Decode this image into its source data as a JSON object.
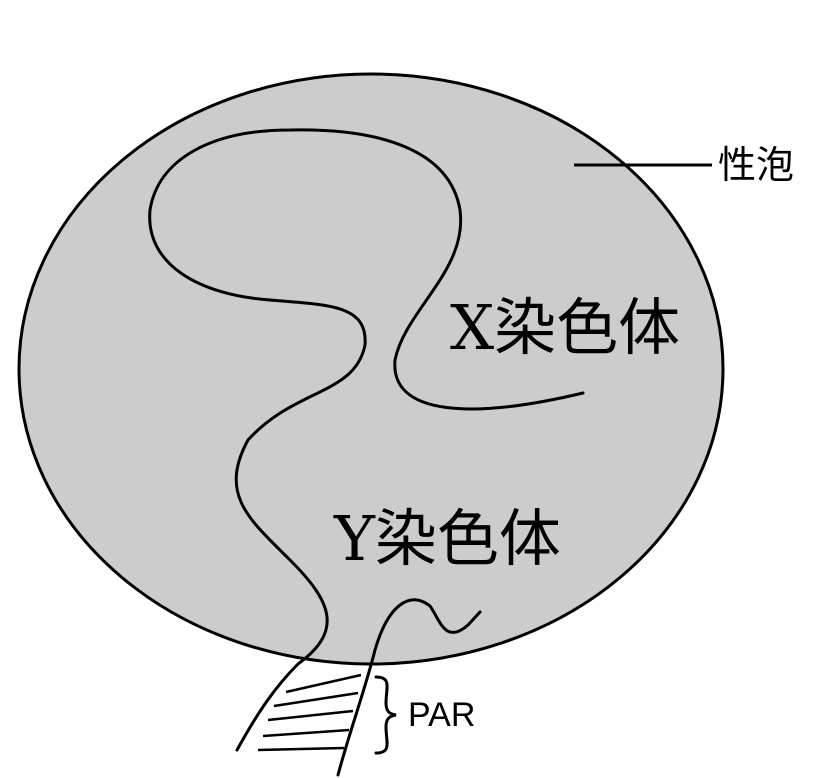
{
  "labels": {
    "sex_vesicle": "性泡",
    "x_chromosome": "X染色体",
    "y_chromosome": "Y染色体",
    "par": "PAR"
  },
  "colors": {
    "vesicle_fill": "#cccccc",
    "stroke": "#000000",
    "background": "#ffffff"
  }
}
